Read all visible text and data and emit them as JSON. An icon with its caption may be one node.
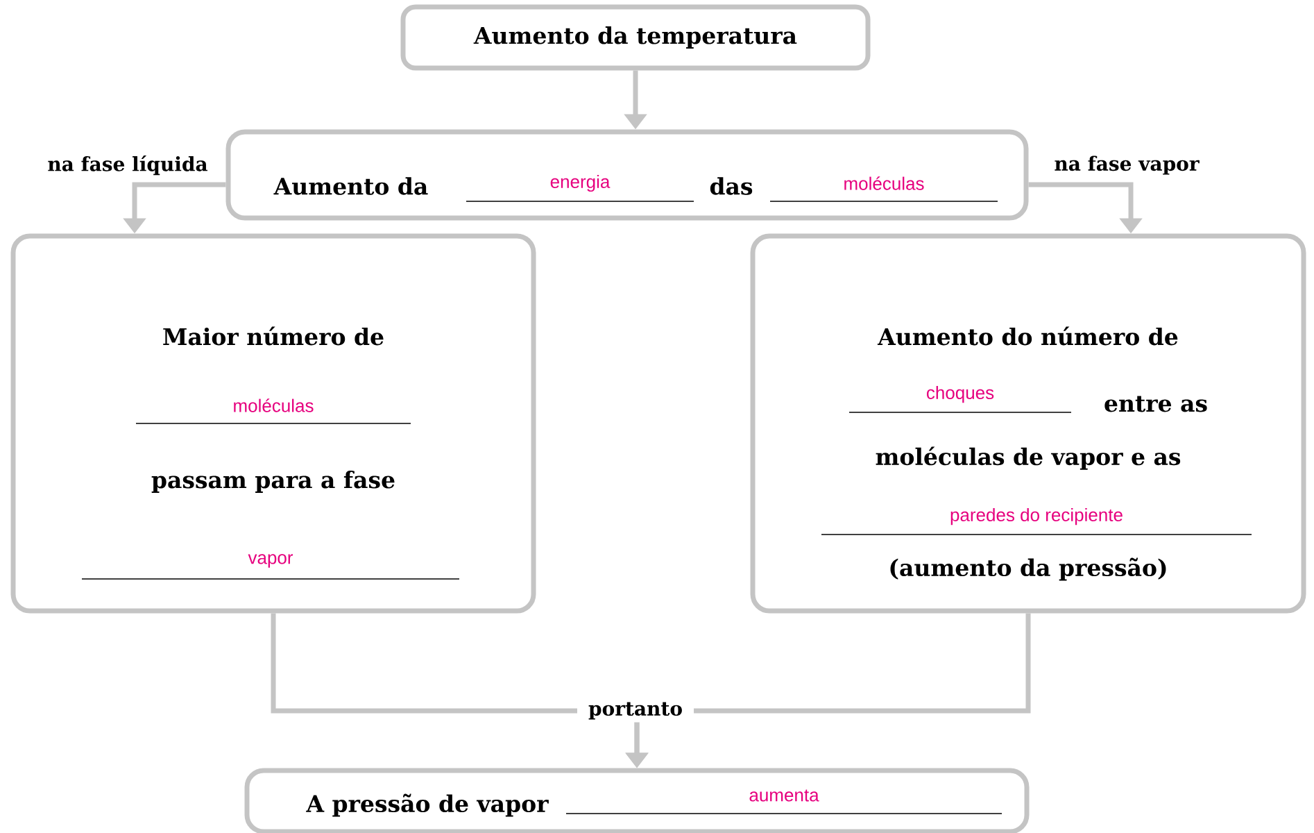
{
  "diagram": {
    "nodes": [
      {
        "text": [
          "Aumento da temperatura"
        ]
      },
      {
        "text": [
          "Aumento da",
          "energia",
          "das",
          "moléculas"
        ]
      },
      {
        "text": [
          "Maior número de",
          "moléculas",
          "passam para a fase",
          "vapor"
        ]
      },
      {
        "text": [
          "Aumento do número de",
          "choques",
          "entre as",
          "moléculas de vapor e as",
          "paredes do recipiente",
          "(aumento da pressão)"
        ]
      },
      {
        "text": [
          "A pressão de vapor",
          "aumenta"
        ]
      }
    ],
    "edges": [
      {
        "from": 0,
        "to": 1,
        "arrow": "to"
      },
      {
        "from": 1,
        "to": 2,
        "arrow": "to",
        "label": "na fase líquida"
      },
      {
        "from": 1,
        "to": 3,
        "arrow": "to",
        "label": "na fase vapor"
      },
      {
        "from": 2,
        "to": 4,
        "arrow": "to",
        "label": "portanto"
      },
      {
        "from": 3,
        "to": 4,
        "arrow": "to"
      }
    ]
  }
}
